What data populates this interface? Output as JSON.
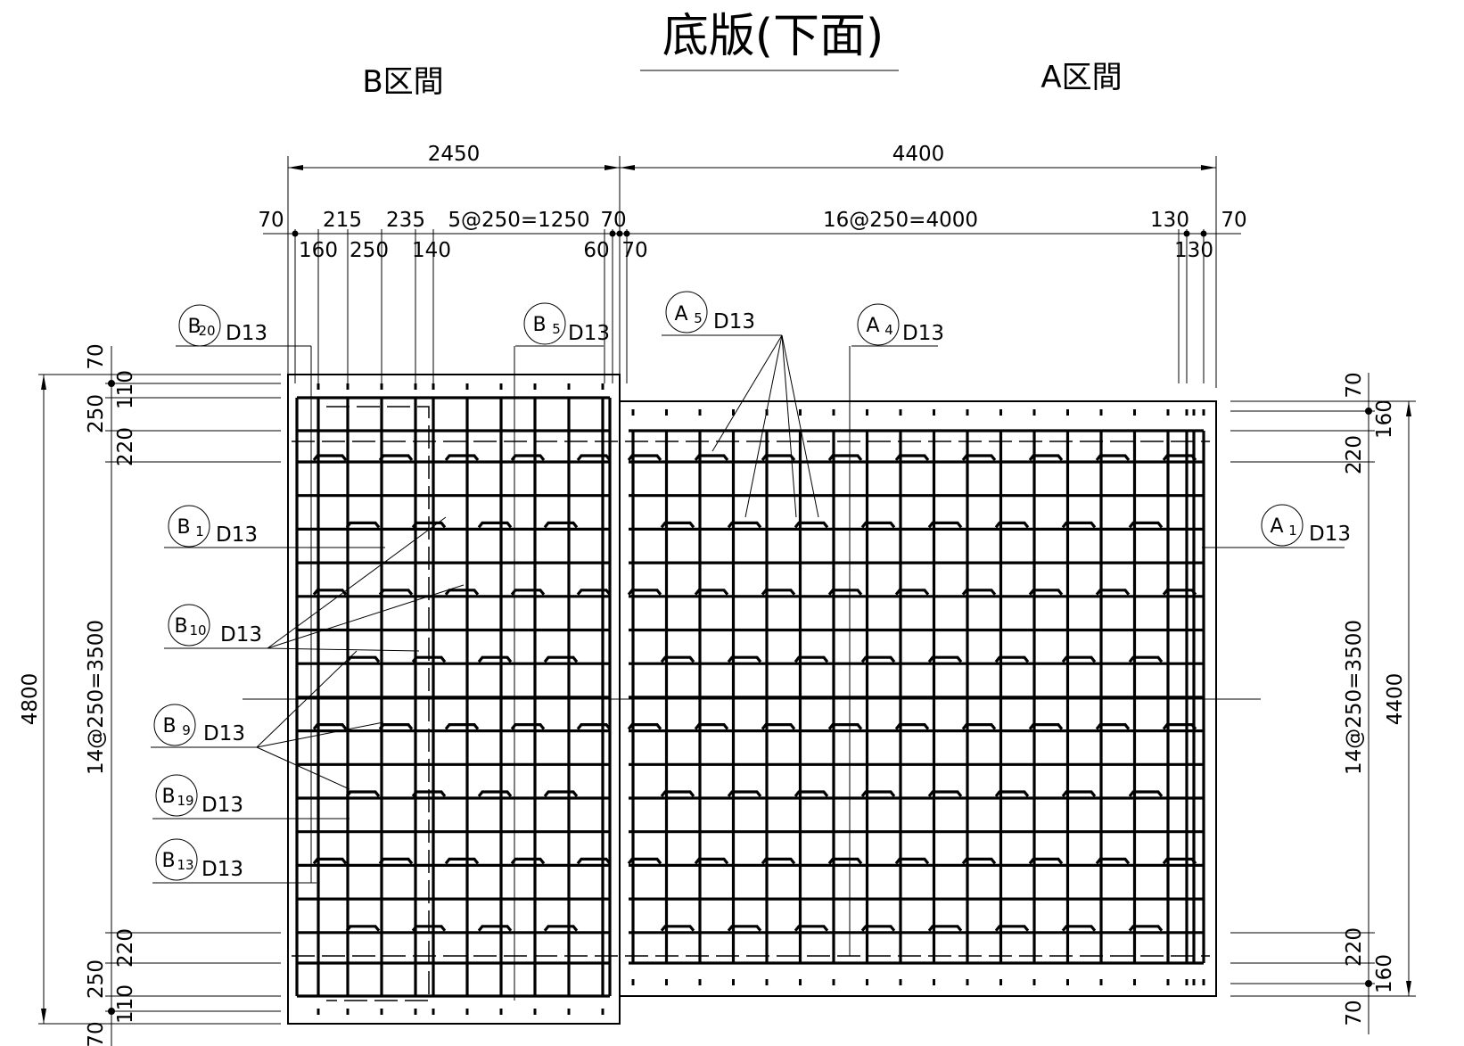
{
  "title": "底版(下面)",
  "sections": {
    "b": "B区間",
    "a": "A区間"
  },
  "dims": {
    "top_overall_b": "2450",
    "top_overall_a": "4400",
    "b_70_left": "70",
    "b_215": "215",
    "b_235": "235",
    "b_5at250": "5@250=1250",
    "b_70_right": "70",
    "b_160": "160",
    "b_250": "250",
    "b_140": "140",
    "b_60": "60",
    "a_70_left": "70",
    "a_16at250": "16@250=4000",
    "a_130_top": "130",
    "a_70_right": "70",
    "a_130_bottom": "130",
    "left_4800": "4800",
    "left_14at250": "14@250=3500",
    "left_70_top": "70",
    "left_110_top": "110",
    "left_250_top": "250",
    "left_220_top": "220",
    "left_220_bottom": "220",
    "left_250_bottom": "250",
    "left_110_bottom": "110",
    "left_70_bottom": "70",
    "right_70_top": "70",
    "right_160_top": "160",
    "right_220_top": "220",
    "right_14at250": "14@250=3500",
    "right_4400": "4400",
    "right_220_bottom": "220",
    "right_160_bottom": "160",
    "right_70_bottom": "70"
  },
  "labels": [
    {
      "main": "B",
      "sub": "20",
      "spec": "D13"
    },
    {
      "main": "B",
      "sub": "5",
      "spec": "D13"
    },
    {
      "main": "A",
      "sub": "5",
      "spec": "D13"
    },
    {
      "main": "A",
      "sub": "4",
      "spec": "D13"
    },
    {
      "main": "B",
      "sub": "1",
      "spec": "D13"
    },
    {
      "main": "A",
      "sub": "1",
      "spec": "D13"
    },
    {
      "main": "B",
      "sub": "10",
      "spec": "D13"
    },
    {
      "main": "B",
      "sub": "9",
      "spec": "D13"
    },
    {
      "main": "B",
      "sub": "19",
      "spec": "D13"
    },
    {
      "main": "B",
      "sub": "13",
      "spec": "D13"
    }
  ]
}
